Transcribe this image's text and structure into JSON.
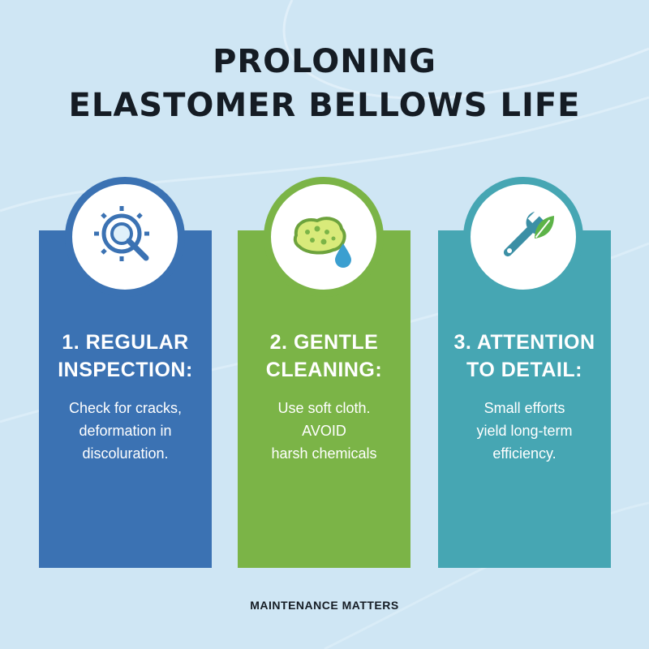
{
  "title": {
    "line1": "PROLONING",
    "line2": "ELASTOMER BELLOWS LIFE"
  },
  "cards": [
    {
      "heading_line1": "1. REGULAR",
      "heading_line2": "INSPECTION:",
      "text_lines": [
        "Check for cracks,",
        "deformation in",
        "discoluration."
      ],
      "icon": "gear-magnifier-icon",
      "color": "#3b72b3"
    },
    {
      "heading_line1": "2. GENTLE",
      "heading_line2": "CLEANING:",
      "text_lines": [
        "Use soft cloth.",
        "AVOID",
        "harsh chemicals"
      ],
      "icon": "sponge-drop-icon",
      "color": "#7bb447"
    },
    {
      "heading_line1": "3. ATTENTION",
      "heading_line2": "TO DETAIL:",
      "text_lines": [
        "Small efforts",
        "yield long-term",
        "efficiency."
      ],
      "icon": "wrench-leaf-icon",
      "color": "#46a6b3"
    }
  ],
  "footer": "MAINTENANCE MATTERS",
  "colors": {
    "background": "#cfe6f4",
    "title": "#151c24",
    "blue": "#3b72b3",
    "green": "#7bb447",
    "teal": "#46a6b3"
  }
}
